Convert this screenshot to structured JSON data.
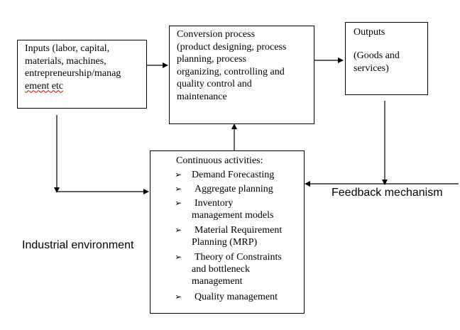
{
  "inputs_box": {
    "lines": [
      "Inputs (labor, capital,",
      "materials, machines,",
      "entrepreneurship/manag",
      "ement etc"
    ]
  },
  "conversion_box": {
    "lines": [
      "Conversion process",
      "(product designing, process",
      "planning, process",
      "organizing, controlling and",
      "quality control and",
      "maintenance"
    ]
  },
  "outputs_box": {
    "title": "Outputs",
    "lines": [
      "(Goods and",
      "services)"
    ]
  },
  "activities_box": {
    "title": "Continuous activities:",
    "bullet_glyph": "➢",
    "items": [
      {
        "lines": [
          "Demand Forecasting"
        ]
      },
      {
        "lines": [
          "Aggregate planning"
        ]
      },
      {
        "lines": [
          "Inventory",
          "management models"
        ]
      },
      {
        "lines": [
          "Material Requirement",
          "Planning (MRP)"
        ]
      },
      {
        "lines": [
          "Theory of Constraints",
          "and bottleneck",
          "management"
        ]
      },
      {
        "lines": [
          "Quality management"
        ]
      }
    ]
  },
  "feedback_label": "Feedback mechanism",
  "industrial_label": "Industrial environment"
}
